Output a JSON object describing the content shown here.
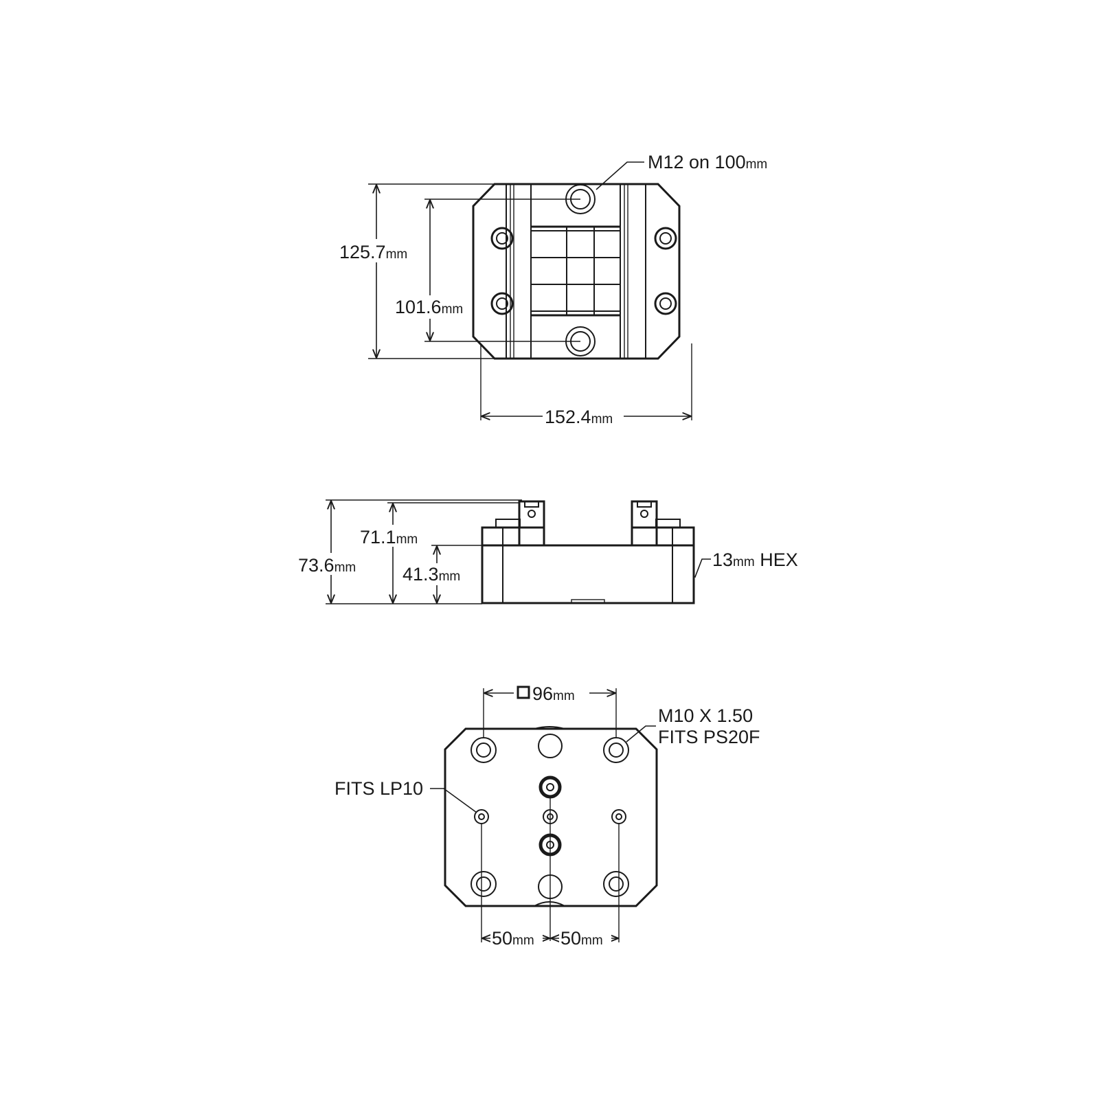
{
  "top_view": {
    "callout_value": "M12 on 100",
    "callout_unit": "mm",
    "dims": {
      "height_outer": {
        "value": "125.7",
        "unit": "mm"
      },
      "bolt_spacing": {
        "value": "101.6",
        "unit": "mm"
      },
      "width": {
        "value": "152.4",
        "unit": "mm"
      }
    }
  },
  "side_view": {
    "dims": {
      "total_height": {
        "value": "73.6",
        "unit": "mm"
      },
      "ear_height": {
        "value": "71.1",
        "unit": "mm"
      },
      "body_height": {
        "value": "41.3",
        "unit": "mm"
      }
    },
    "hex_callout": {
      "value": "13",
      "unit": "mm",
      "suffix": " HEX"
    }
  },
  "bottom_view": {
    "square_dim": {
      "value": "96",
      "unit": "mm"
    },
    "thread_line1": "M10 X 1.50",
    "thread_line2": "FITS PS20F",
    "lp_callout": "FITS LP10",
    "left_spacing": {
      "value": "50",
      "unit": "mm"
    },
    "right_spacing": {
      "value": "50",
      "unit": "mm"
    }
  }
}
